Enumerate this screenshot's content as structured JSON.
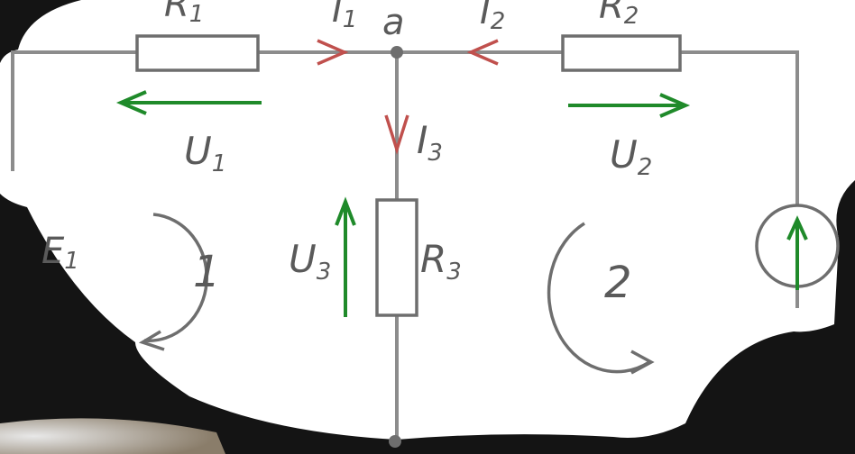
{
  "diagram": {
    "resistors": [
      {
        "symbol": "R",
        "sub": "1"
      },
      {
        "symbol": "R",
        "sub": "2"
      },
      {
        "symbol": "R",
        "sub": "3"
      }
    ],
    "node_label": "a",
    "currents": [
      {
        "symbol": "I",
        "sub": "1"
      },
      {
        "symbol": "I",
        "sub": "2"
      },
      {
        "symbol": "I",
        "sub": "3"
      }
    ],
    "voltages": [
      {
        "symbol": "U",
        "sub": "1"
      },
      {
        "symbol": "U",
        "sub": "2"
      },
      {
        "symbol": "U",
        "sub": "3"
      }
    ],
    "source": {
      "symbol": "E",
      "sub": "1"
    },
    "loops": [
      "1",
      "2"
    ]
  },
  "colors": {
    "wire": "#8c8c8c",
    "voltage_arrows": "#1f8a2a",
    "current_arrows": "#c0504d",
    "labels": "#5a5a5a",
    "background_dark": "#141414"
  }
}
